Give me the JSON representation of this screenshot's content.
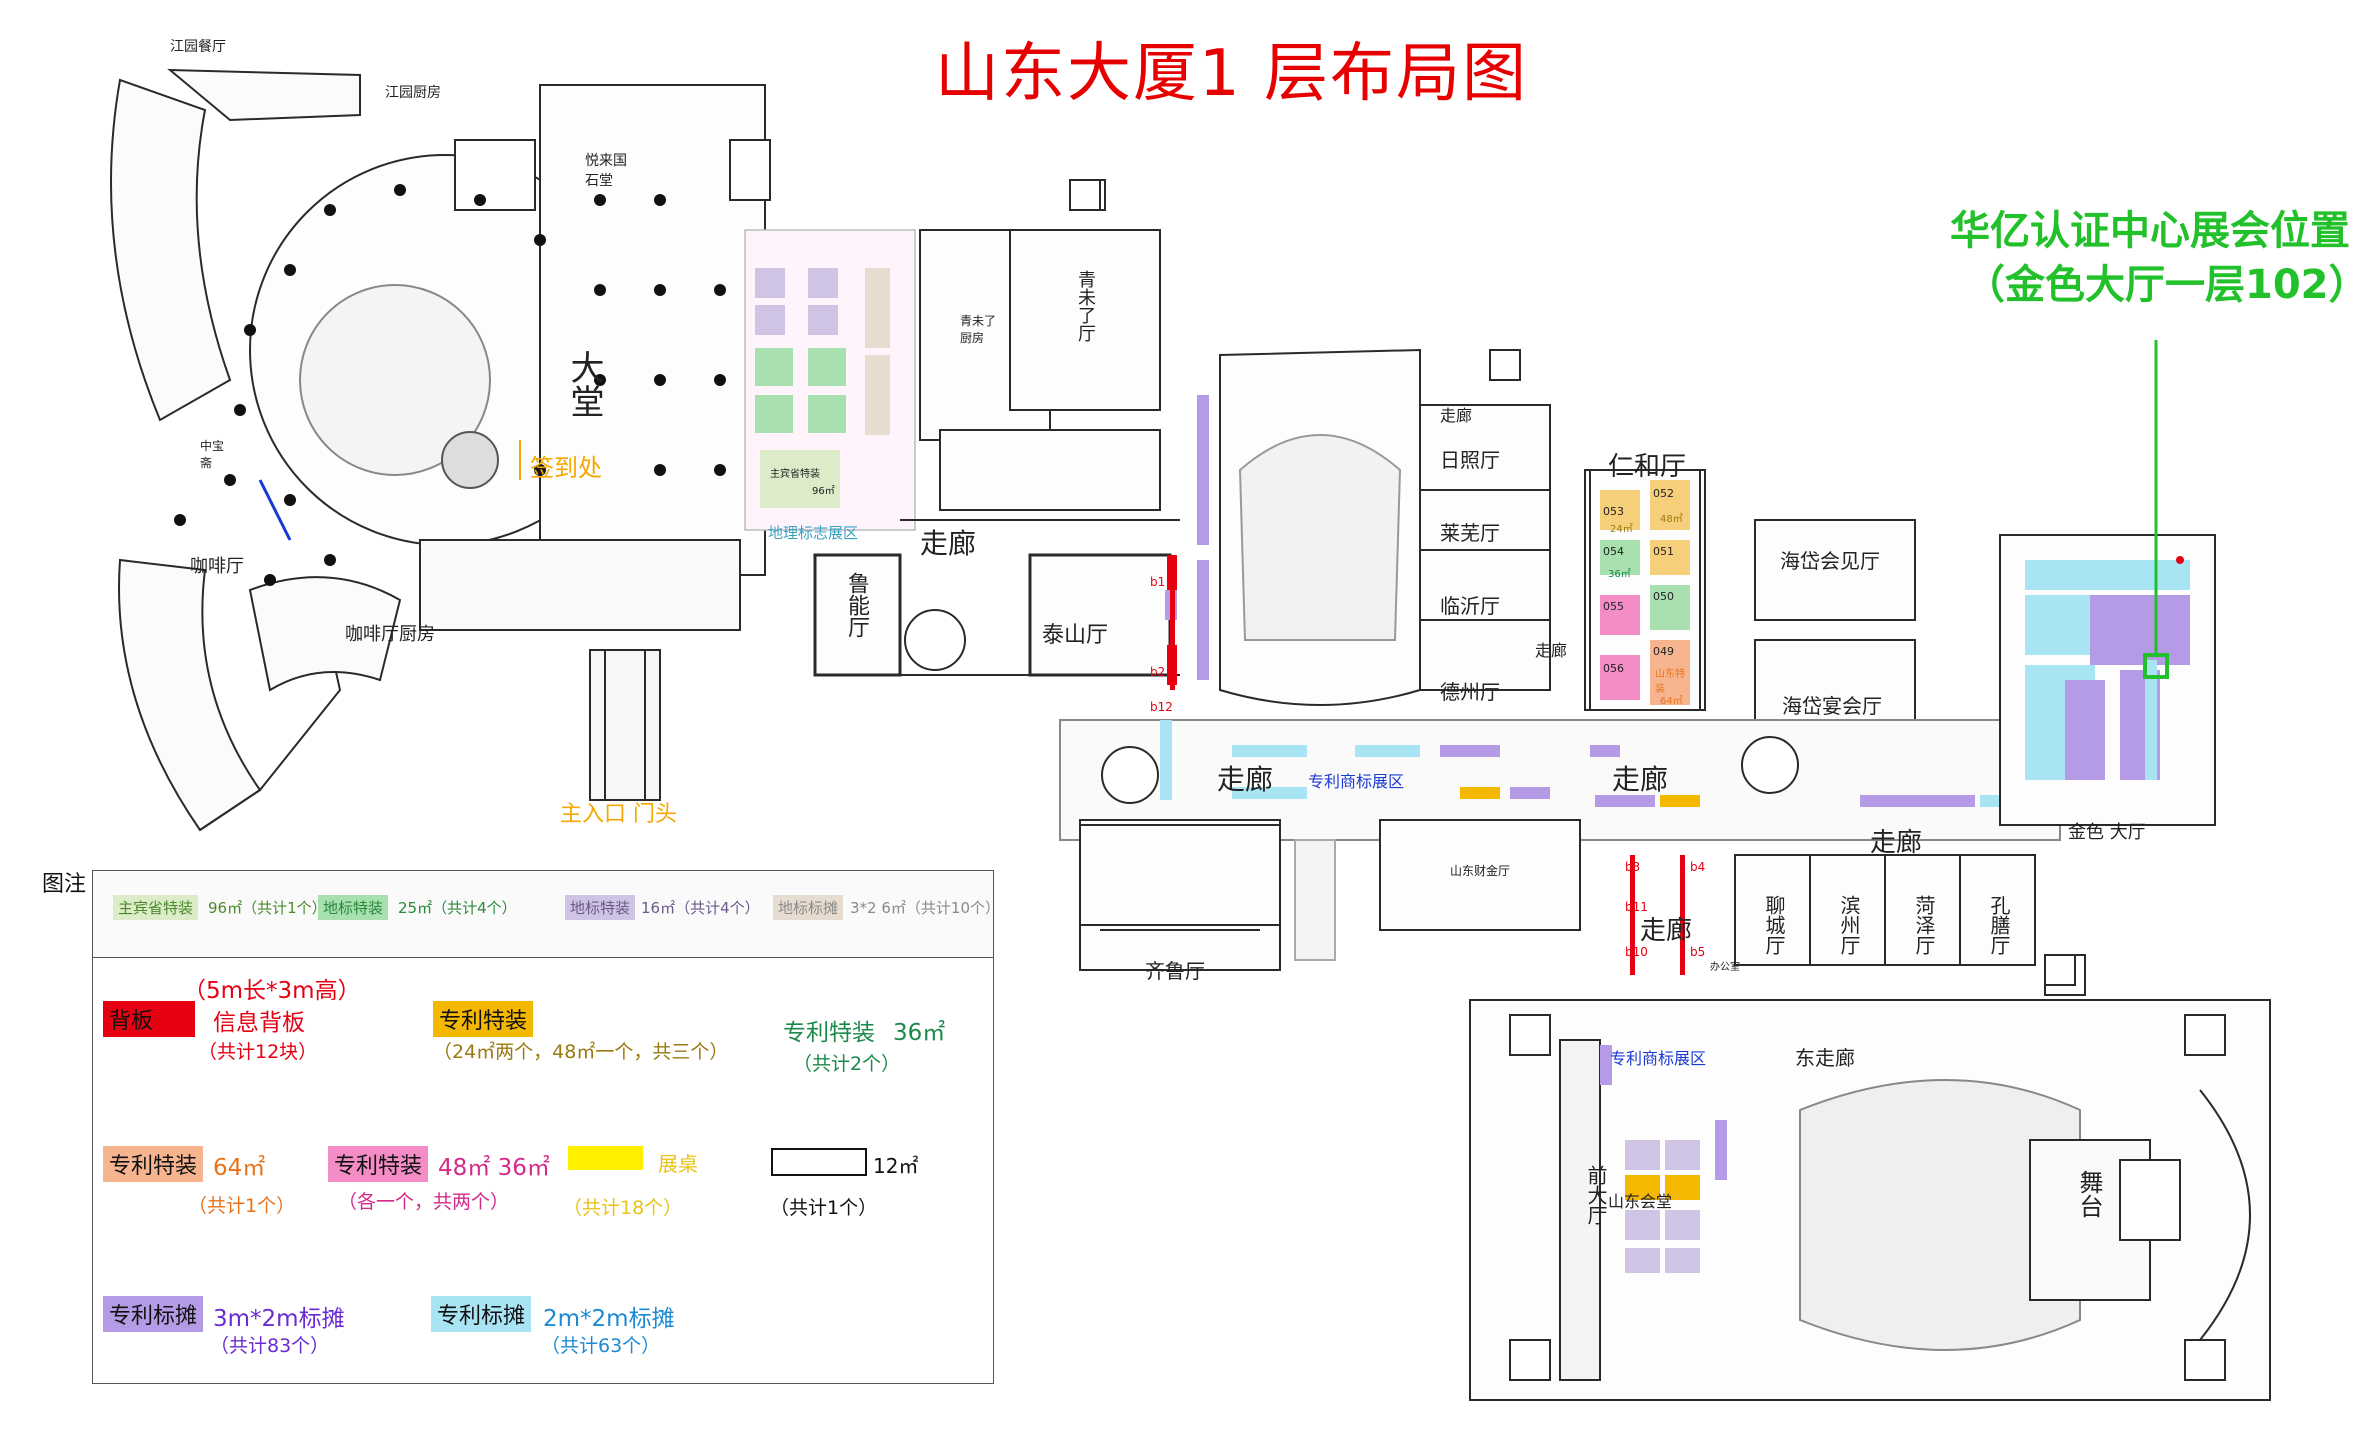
{
  "title": "山东大厦1 层布局图",
  "callout": {
    "line1": "华亿认证中心展会位置",
    "line2": "（金色大厅一层102）",
    "color": "#22c02a"
  },
  "rooms": {
    "jiangyuan_restaurant": "江园餐厅",
    "jiangyuan_kitchen": "江园厨房",
    "yuelai_stone_hall": "悦来国石堂",
    "lobby": "大堂",
    "signin": "签到处",
    "zhongbao": "中宝斋",
    "coffee": "咖啡厅",
    "coffee_kitchen": "咖啡厅厨房",
    "main_entrance": "主入口 门头",
    "geo_zone": "地理标志展区",
    "qingmo_kitchen": "青未了厨房",
    "qingmo_hall": "青未了厅",
    "luneng": "鲁能厅",
    "taishan": "泰山厅",
    "corridor": "走廊",
    "rizhao": "日照厅",
    "laiwu": "莱芜厅",
    "linyi": "临沂厅",
    "dezhou": "德州厅",
    "renhe": "仁和厅",
    "haidai_meeting": "海岱会见厅",
    "haidai_banquet": "海岱宴会厅",
    "trademark_zone": "专利商标展区",
    "golden_hall": "金色 大厅",
    "qilu": "齐鲁厅",
    "shandong_finance": "山东财金厅",
    "liaocheng": "聊城厅",
    "binzhou": "滨州厅",
    "heze": "菏泽厅",
    "kongpeng": "孔膳厅",
    "office": "办公室",
    "east_corridor": "东走廊",
    "front_hall": "前大厅",
    "auditorium": "山东会堂",
    "stage": "舞台"
  },
  "legend": {
    "heading": "图注",
    "top_row": [
      {
        "chip": "主宾省特装",
        "text": "96㎡（共计1个）",
        "bg": "#dcebc8",
        "color": "#4a8a2a"
      },
      {
        "chip": "地标特装",
        "text": "25㎡（共计4个）",
        "bg": "#a8e0b0",
        "color": "#2a8a3a"
      },
      {
        "chip": "地标特装",
        "text": "16㎡（共计4个）",
        "bg": "#cfc4e4",
        "color": "#6a5a8a"
      },
      {
        "chip": "地标标摊",
        "text": "3*2 6㎡（共计10个）",
        "bg": "#e6ddd0",
        "color": "#8a8a8a"
      }
    ],
    "backboard": {
      "dim": "（5m长*3m高）",
      "chip": "背板",
      "label": "信息背板",
      "count": "（共计12块）",
      "color": "#e60012"
    },
    "patent_special_orange": {
      "chip": "专利特装",
      "text": "（24㎡两个，48㎡一个，共三个）",
      "bg": "#f5b800",
      "color": "#9a7a10"
    },
    "patent_special_36": {
      "label": "专利特装",
      "size": "36㎡",
      "count": "（共计2个）",
      "color": "#1a8a4a"
    },
    "patent_special_64": {
      "chip": "专利特装",
      "size": "64㎡",
      "count": "（共计1个）",
      "bg": "#f7b58f",
      "color": "#e8731a"
    },
    "patent_special_48": {
      "chip": "专利特装",
      "size": "48㎡ 36㎡",
      "count": "（各一个，共两个）",
      "bg": "#f48cc6",
      "color": "#d42a8a"
    },
    "table": {
      "label": "展桌",
      "count": "（共计18个）",
      "bg": "#fff000",
      "color": "#e8c41a"
    },
    "box12": {
      "label": "12㎡",
      "count": "（共计1个）"
    },
    "std_3x2": {
      "chip": "专利标摊",
      "text": "3m*2m标摊",
      "count": "（共计83个）",
      "bg": "#b59ae6",
      "color": "#6a2ad4"
    },
    "std_2x2": {
      "chip": "专利标摊",
      "text": "2m*2m标摊",
      "count": "（共计63个）",
      "bg": "#a8e4f4",
      "color": "#1a8ad4"
    }
  },
  "booth_labels": {
    "main_guest": "主宾省特装",
    "main_guest_size": "96㎡",
    "renhe_booths": [
      "053",
      "052",
      "054",
      "051",
      "050",
      "055",
      "056",
      "049"
    ],
    "shandong_special": "山东特装",
    "size_24": "24㎡",
    "size_48": "48㎡",
    "size_36": "36㎡",
    "size_64": "64㎡",
    "b_labels": [
      "b1",
      "b2",
      "b3",
      "b4",
      "b5",
      "b10",
      "b11",
      "b12"
    ]
  },
  "colors": {
    "wall": "#2a2a2a",
    "light_wall": "#9a9a9a",
    "red": "#e60012",
    "purple": "#b59ae6",
    "blue": "#a8e4f4",
    "green": "#a8e0b0",
    "lavender": "#cfc4e4",
    "orange": "#f7b58f",
    "pink": "#f48cc6",
    "yellow": "#f5b800",
    "callout": "#22c02a"
  }
}
